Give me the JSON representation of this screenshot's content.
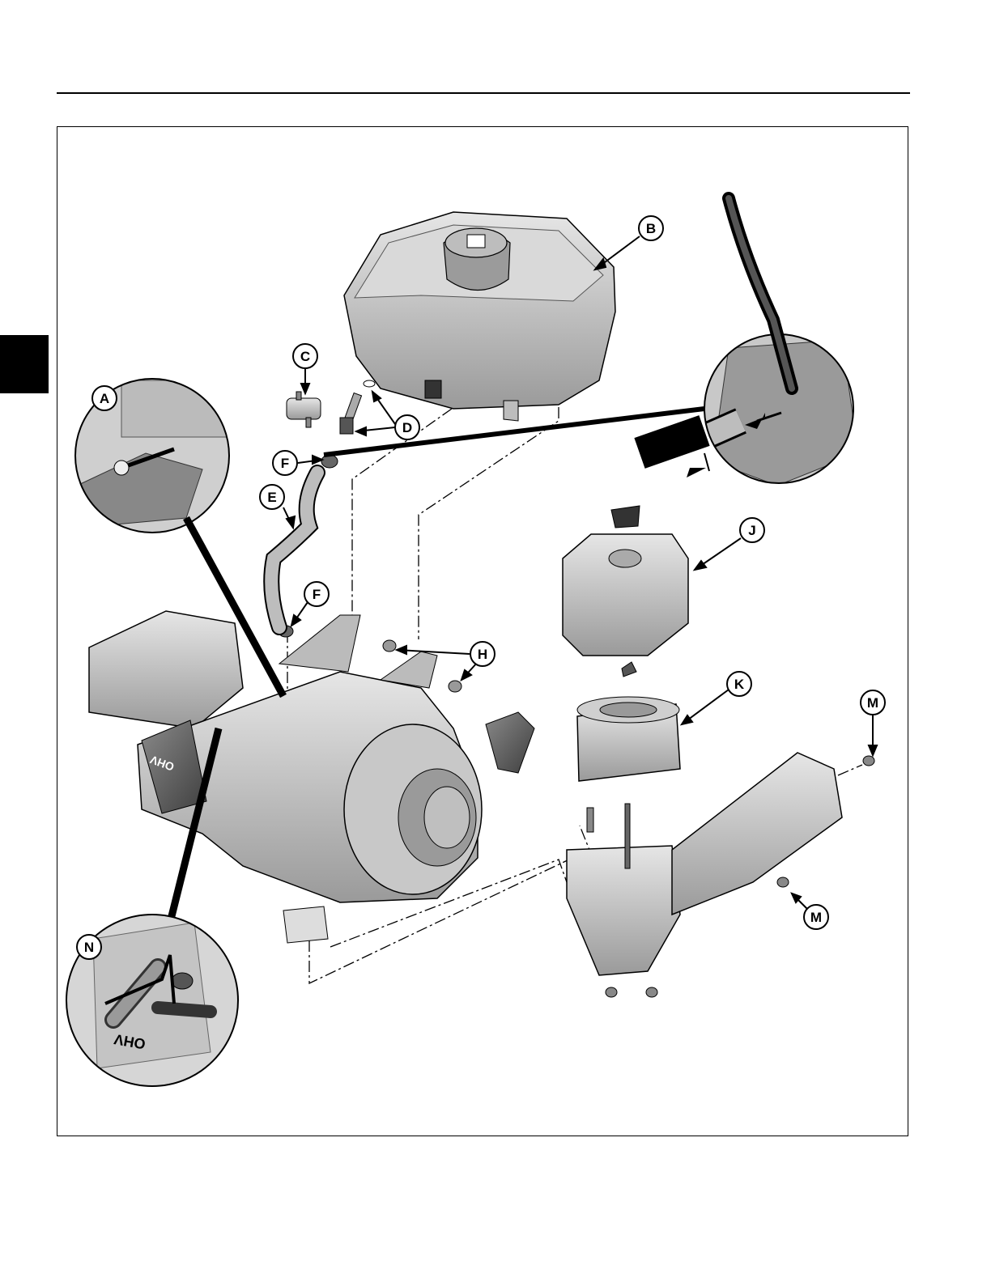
{
  "figure": {
    "callouts": {
      "a": "A",
      "b": "B",
      "c": "C",
      "d": "D",
      "e": "E",
      "f1": "F",
      "f2": "F",
      "h": "H",
      "j": "J",
      "k": "K",
      "m1": "M",
      "m2": "M",
      "n": "N"
    },
    "engine_labels": {
      "ohv_cover": "OHV",
      "ohv_inset": "OHV"
    }
  },
  "colors": {
    "line": "#000000",
    "part_fill": "#cfcfcf",
    "part_shade": "#a6a6a6",
    "part_dark": "#5e5e5e",
    "side_tab": "#000000"
  }
}
